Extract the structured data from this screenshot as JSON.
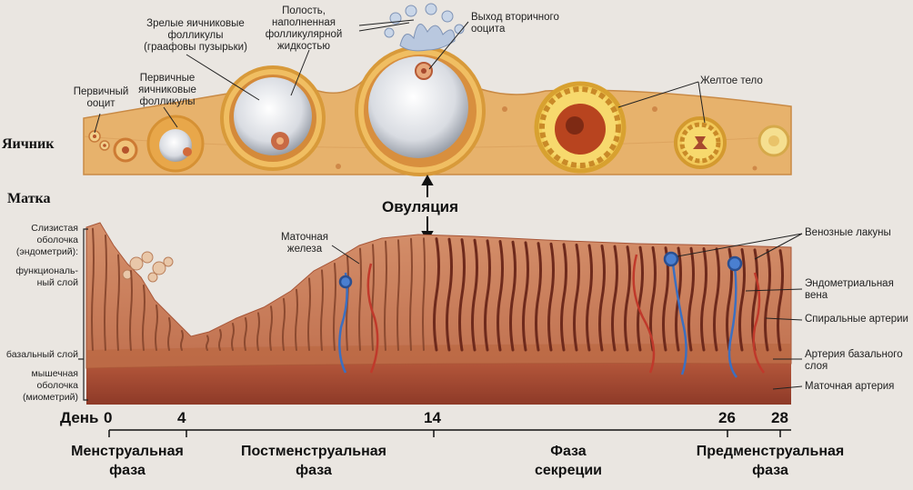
{
  "section_labels": {
    "ovary": "Яичник",
    "uterus": "Матка",
    "ovulation": "Овуляция",
    "day": "День"
  },
  "ovary_labels": {
    "primary_oocyte": "Первичный\nооцит",
    "primary_follicles": "Первичные\nяичниковые\nфолликулы",
    "mature_follicles": "Зрелые яичниковые\nфолликулы\n(граафовы пузырьки)",
    "cavity": "Полость,\nнаполненная\nфолликулярной\nжидкостью",
    "secondary_oocyte_exit": "Выход вторичного\nооцита",
    "corpus_luteum": "Желтое тело"
  },
  "uterus_labels": {
    "mucosa": "Слизистая\nоболочка\n(эндометрий):",
    "functional": "функциональ-\nный слой",
    "basal": "базальный слой",
    "muscular": "мышечная\nоболочка\n(миометрий)",
    "gland": "Маточная\nжелеза",
    "venous_lacunae": "Венозные лакуны",
    "endometrial_vein": "Эндометриальная\nвена",
    "spiral_arteries": "Спиральные артерии",
    "basal_artery": "Артерия базального\nслоя",
    "uterine_artery": "Маточная артерия"
  },
  "timeline": {
    "days": [
      "0",
      "4",
      "14",
      "26",
      "28"
    ],
    "phases": [
      "Менструальная\nфаза",
      "Постменструальная\nфаза",
      "Фаза\nсекреции",
      "Предменструальная\nфаза"
    ]
  },
  "colors": {
    "ovary": "#e9b36e",
    "endometrium": "#c77c59",
    "myometrium": "#a84a32",
    "follicle_ring": "#e2a238"
  }
}
